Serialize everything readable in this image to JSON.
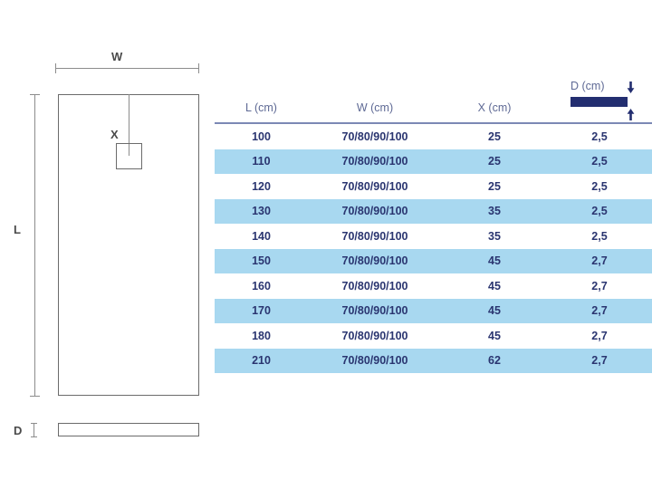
{
  "diagram": {
    "labels": {
      "w": "W",
      "l": "L",
      "x": "X",
      "d": "D"
    },
    "shapes": {
      "plan_view": "shower-tray-plan-outline",
      "drain": "drain-square",
      "profile_view": "shower-tray-side-profile"
    }
  },
  "table": {
    "headers": {
      "l": "L (cm)",
      "w": "W (cm)",
      "x": "X (cm)",
      "d": "D (cm)"
    },
    "rows": [
      {
        "l": "100",
        "w": "70/80/90/100",
        "x": "25",
        "d": "2,5",
        "band": false
      },
      {
        "l": "110",
        "w": "70/80/90/100",
        "x": "25",
        "d": "2,5",
        "band": true
      },
      {
        "l": "120",
        "w": "70/80/90/100",
        "x": "25",
        "d": "2,5",
        "band": false
      },
      {
        "l": "130",
        "w": "70/80/90/100",
        "x": "35",
        "d": "2,5",
        "band": true
      },
      {
        "l": "140",
        "w": "70/80/90/100",
        "x": "35",
        "d": "2,5",
        "band": false
      },
      {
        "l": "150",
        "w": "70/80/90/100",
        "x": "45",
        "d": "2,7",
        "band": true
      },
      {
        "l": "160",
        "w": "70/80/90/100",
        "x": "45",
        "d": "2,7",
        "band": false
      },
      {
        "l": "170",
        "w": "70/80/90/100",
        "x": "45",
        "d": "2,7",
        "band": true
      },
      {
        "l": "180",
        "w": "70/80/90/100",
        "x": "45",
        "d": "2,7",
        "band": false
      },
      {
        "l": "210",
        "w": "70/80/90/100",
        "x": "62",
        "d": "2,7",
        "band": true
      }
    ]
  },
  "colors": {
    "header_text": "#5f6a95",
    "body_text": "#2a3570",
    "band": "#a8d8f0",
    "rule": "#7c88b5",
    "navy_bar": "#232e70",
    "line": "#8c8c8c",
    "outline": "#6b6b6b"
  }
}
